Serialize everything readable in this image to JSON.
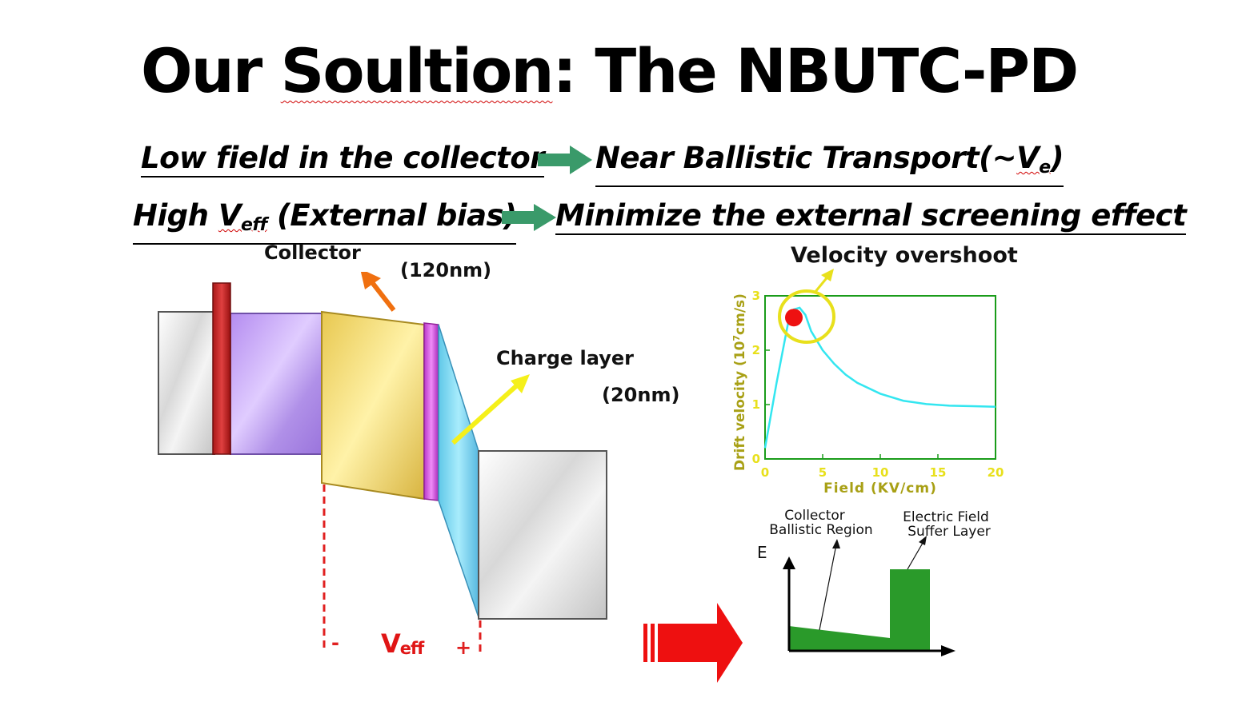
{
  "title": {
    "pre": "Our ",
    "misspelled": "Soultion",
    "post": ": The NBUTC-PD"
  },
  "bullets": [
    {
      "left": "Low field in the collector",
      "right_pre": "Near Ballistic Transport(~",
      "right_v": "V",
      "right_sub": "e",
      "right_post": ")"
    },
    {
      "left_pre": "High ",
      "left_v": "V",
      "left_sub": "eff",
      "left_post": " (External bias)",
      "right": "Minimize the external screening effect"
    }
  ],
  "band_diagram": {
    "collector_label": "Collector",
    "collector_thickness": "(120nm)",
    "charge_label": "Charge layer",
    "charge_thickness": "(20nm)",
    "veff": {
      "minus": "-",
      "v": "V",
      "sub": "eff",
      "plus": "+"
    }
  },
  "velocity_annotation": "Velocity overshoot",
  "chart_data": {
    "type": "line",
    "xlabel": "Field (KV/cm)",
    "ylabel": "Drift velocity (10^7cm/s)",
    "ylabel_parts": {
      "pre": "Drift velocity (10",
      "sup": "7",
      "post": "cm/s)"
    },
    "xlim": [
      0,
      20
    ],
    "ylim": [
      0,
      3
    ],
    "xticks": [
      "0",
      "5",
      "10",
      "15",
      "20"
    ],
    "yticks": [
      "0",
      "1",
      "2",
      "3"
    ],
    "series": [
      {
        "x": [
          0,
          1,
          2,
          2.5,
          3,
          3.5,
          4,
          5,
          6,
          7,
          8,
          10,
          12,
          14,
          16,
          18,
          20
        ],
        "y": [
          0.2,
          1.4,
          2.5,
          2.75,
          2.78,
          2.65,
          2.35,
          2.0,
          1.75,
          1.55,
          1.4,
          1.2,
          1.07,
          1.01,
          0.98,
          0.97,
          0.96
        ]
      }
    ],
    "marker_point": {
      "x": 2.5,
      "y": 2.6
    },
    "colors": {
      "line": "#33e6f0",
      "axis": "#1a9c1a",
      "labels": "#a8a015",
      "marker": "#ee1111",
      "circle": "#e8e01c"
    }
  },
  "field_diagram": {
    "axis_label": "E",
    "collector_label_1": "Collector",
    "collector_label_2": "Ballistic Region",
    "buffer_label_1": "Electric Field",
    "buffer_label_2": "Suffer Layer"
  },
  "colors": {
    "arrow_green": "#3a9a6a",
    "veff_red": "#e01515",
    "dash_red": "#e02020",
    "orange_arrow": "#f07010",
    "yellow_arrow": "#f5f01a",
    "field_green": "#2a9a2a"
  }
}
